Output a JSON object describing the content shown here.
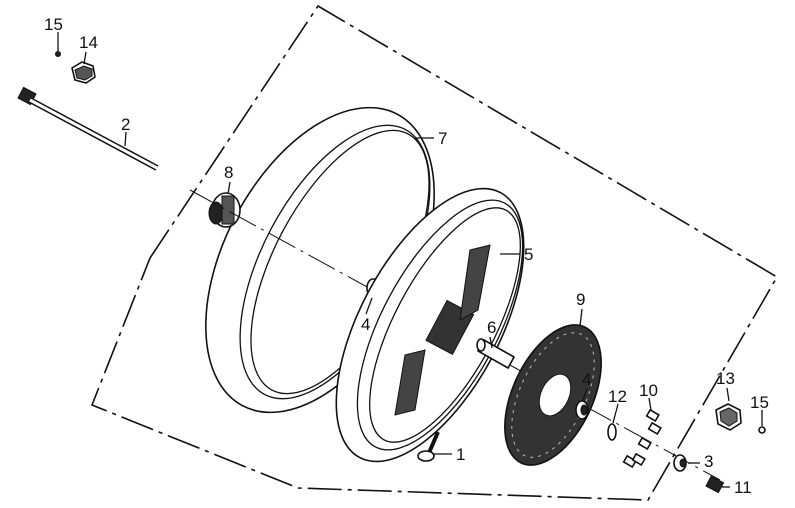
{
  "diagram": {
    "callouts": [
      "1",
      "2",
      "3",
      "4",
      "4",
      "5",
      "6",
      "7",
      "8",
      "9",
      "10",
      "11",
      "12",
      "13",
      "14",
      "15",
      "15"
    ]
  }
}
